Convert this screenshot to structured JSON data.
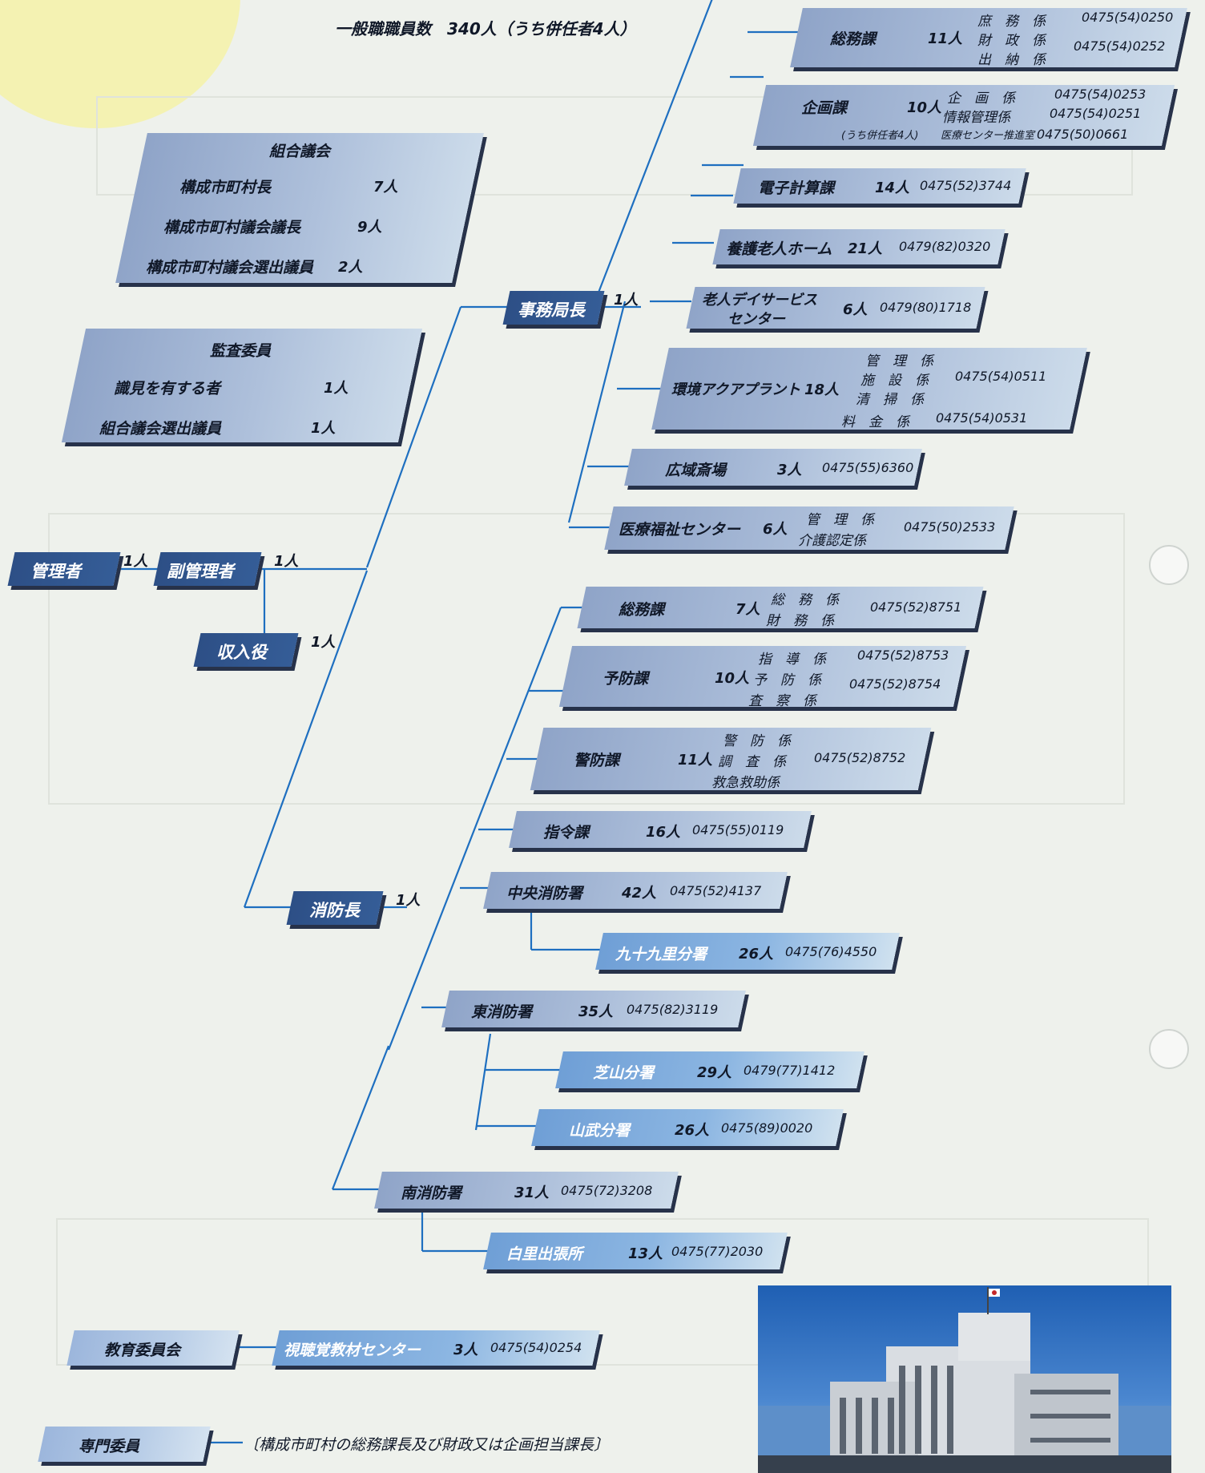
{
  "header": "一般職職員数　340人（うち併任者4人）",
  "kumiai": {
    "title": "組合議会",
    "rows": [
      {
        "label": "構成市町村長",
        "count": "7人"
      },
      {
        "label": "構成市町村議会議長",
        "count": "9人"
      },
      {
        "label": "構成市町村議会選出議員",
        "count": "2人"
      }
    ]
  },
  "kansa": {
    "title": "監査委員",
    "rows": [
      {
        "label": "識見を有する者",
        "count": "1人"
      },
      {
        "label": "組合議会選出議員",
        "count": "1人"
      }
    ]
  },
  "kanrisha": {
    "label": "管理者",
    "count": "1人"
  },
  "fukukanrisha": {
    "label": "副管理者",
    "count": "1人"
  },
  "shunyuyaku": {
    "label": "収入役",
    "count": "1人"
  },
  "jimukyokucho": {
    "label": "事務局長",
    "count": "1人"
  },
  "shobocho": {
    "label": "消防長",
    "count": "1人"
  },
  "jimu_units": [
    {
      "name": "総務課",
      "count": "11人",
      "subs": [
        "庶　務　係",
        "財　政　係",
        "出　納　係"
      ],
      "phones": [
        "0475(54)0250",
        "0475(54)0252"
      ]
    },
    {
      "name": "企画課",
      "count": "10人",
      "note": "(うち併任者4人)",
      "subs": [
        "企　画　係",
        "情報管理係",
        "医療センター推進室"
      ],
      "phones": [
        "0475(54)0253",
        "0475(54)0251",
        "0475(50)0661"
      ]
    },
    {
      "name": "電子計算課",
      "count": "14人",
      "phones": [
        "0475(52)3744"
      ]
    },
    {
      "name": "養護老人ホーム",
      "count": "21人",
      "phones": [
        "0479(82)0320"
      ]
    },
    {
      "name": "老人デイサービスセンター",
      "name1": "老人デイサービス",
      "name2": "センター",
      "count": "6人",
      "phones": [
        "0479(80)1718"
      ]
    },
    {
      "name": "環境アクアプラント",
      "count": "18人",
      "subs": [
        "管　理　係",
        "施　設　係",
        "清　掃　係",
        "料　金　係"
      ],
      "phones": [
        "0475(54)0511",
        "0475(54)0531"
      ]
    },
    {
      "name": "広域斎場",
      "count": "3人",
      "phones": [
        "0475(55)6360"
      ]
    },
    {
      "name": "医療福祉センター",
      "count": "6人",
      "subs": [
        "管　理　係",
        "介護認定係"
      ],
      "phones": [
        "0475(50)2533"
      ]
    }
  ],
  "shobo_units": [
    {
      "name": "総務課",
      "count": "7人",
      "subs": [
        "総　務　係",
        "財　務　係"
      ],
      "phones": [
        "0475(52)8751"
      ]
    },
    {
      "name": "予防課",
      "count": "10人",
      "subs": [
        "指　導　係",
        "予　防　係",
        "査　察　係"
      ],
      "phones": [
        "0475(52)8753",
        "0475(52)8754"
      ]
    },
    {
      "name": "警防課",
      "count": "11人",
      "subs": [
        "警　防　係",
        "調　査　係",
        "救急救助係"
      ],
      "phones": [
        "0475(52)8752"
      ]
    },
    {
      "name": "指令課",
      "count": "16人",
      "phones": [
        "0475(55)0119"
      ]
    },
    {
      "name": "中央消防署",
      "count": "42人",
      "phones": [
        "0475(52)4137"
      ]
    },
    {
      "name": "九十九里分署",
      "count": "26人",
      "phones": [
        "0475(76)4550"
      ]
    },
    {
      "name": "東消防署",
      "count": "35人",
      "phones": [
        "0475(82)3119"
      ]
    },
    {
      "name": "芝山分署",
      "count": "29人",
      "phones": [
        "0479(77)1412"
      ]
    },
    {
      "name": "山武分署",
      "count": "26人",
      "phones": [
        "0475(89)0020"
      ]
    },
    {
      "name": "南消防署",
      "count": "31人",
      "phones": [
        "0475(72)3208"
      ]
    },
    {
      "name": "白里出張所",
      "count": "13人",
      "phones": [
        "0475(77)2030"
      ]
    }
  ],
  "kyoiku": {
    "label": "教育委員会",
    "unit": "視聴覚教材センター",
    "count": "3人",
    "phone": "0475(54)0254"
  },
  "senmon": {
    "label": "専門委員",
    "desc": "〔構成市町村の総務課長及び財政又は企画担当課長〕"
  },
  "colors": {
    "dark": "#2d4f86",
    "mid": "#aec0db",
    "light": "#c8d9ec",
    "line": "#1e6fc0",
    "shadow": "#27324a"
  }
}
